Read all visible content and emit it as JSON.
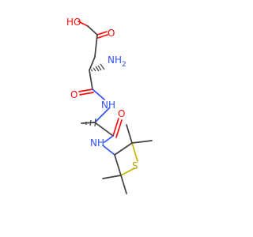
{
  "molecule": {
    "atoms": {
      "oh": "HO",
      "carboxyl_o": "O",
      "amine": "NH",
      "amine_sub": "2",
      "amide_o1": "O",
      "amide_nh1": "NH",
      "amide_o2": "O",
      "amide_nh2": "NH",
      "sulfur": "S"
    },
    "colors": {
      "bond": "#404040",
      "oxygen": "#ff0d0d",
      "nitrogen": "#3050f8",
      "sulfur": "#c8b400"
    }
  }
}
